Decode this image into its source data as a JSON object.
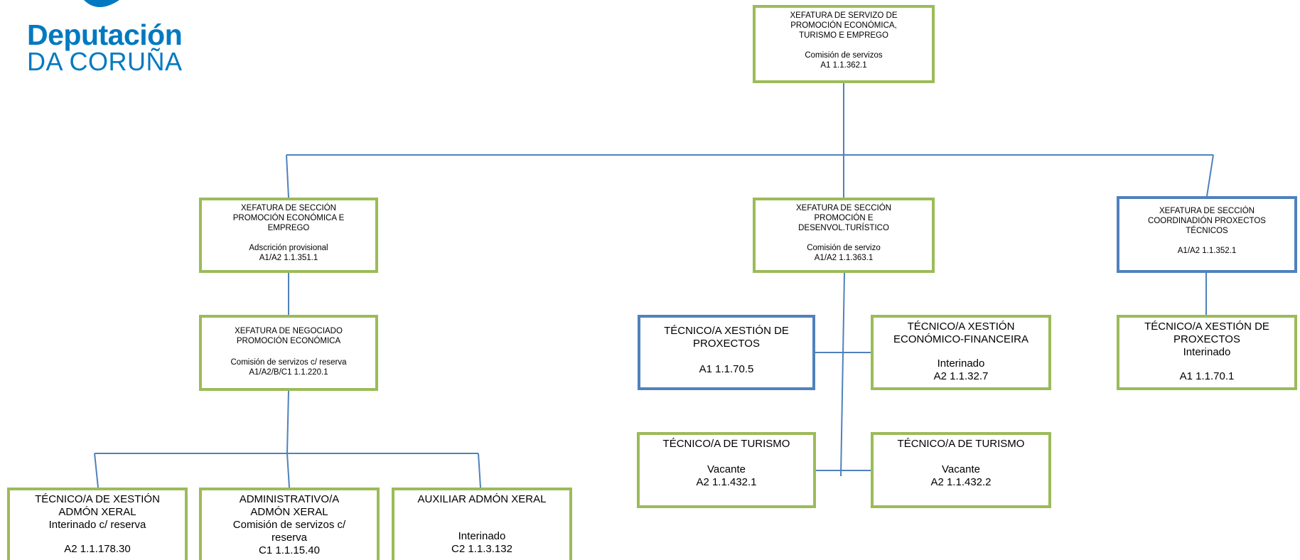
{
  "logo": {
    "line1": "Deputación",
    "line2": "DA CORUÑA"
  },
  "colors": {
    "green_border": "#9bbb59",
    "blue_border": "#4f81bd",
    "connector": "#4f81bd",
    "logo_blue": "#0079c1"
  },
  "nodes": {
    "head": {
      "title1": "XEFATURA DE SERVIZO DE",
      "title2": "PROMOCIÓN ECONÓMICA,",
      "title3": "TURISMO E EMPREGO",
      "status": "Comisión de servizos",
      "code": "A1   1.1.362.1"
    },
    "sec_promo": {
      "title1": "XEFATURA DE SECCIÓN",
      "title2": "PROMOCIÓN ECONÓMICA E",
      "title3": "EMPREGO",
      "status": "Adscrición provisional",
      "code": "A1/A2   1.1.351.1"
    },
    "sec_turismo": {
      "title1": "XEFATURA DE SECCIÓN",
      "title2": "PROMOCIÓN  E",
      "title3": "DESENVOL.TURÍSTICO",
      "status": "Comisión de servizo",
      "code": "A1/A2   1.1.363.1"
    },
    "sec_coord": {
      "title1": "XEFATURA DE SECCIÓN",
      "title2": "COORDINADIÓN PROXECTOS",
      "title3": "TÉCNICOS",
      "code": "A1/A2   1.1.352.1"
    },
    "neg_promo": {
      "title1": "XEFATURA DE NEGOCIADO",
      "title2": "PROMOCIÓN ECONÓMICA",
      "status": "Comisión de servizos c/ reserva",
      "code": "A1/A2/B/C1   1.1.220.1"
    },
    "tec_admon": {
      "title1": "TÉCNICO/A DE XESTIÓN",
      "title2": "ADMÓN XERAL",
      "status": "Interinado c/ reserva",
      "code": "A2   1.1.178.30"
    },
    "administrativo": {
      "title1": "ADMINISTRATIVO/A",
      "title2": "ADMÓN XERAL",
      "status1": "Comisión de servizos c/",
      "status2": "reserva",
      "code": "C1   1.1.15.40"
    },
    "auxiliar": {
      "title1": "AUXILIAR ADMÓN XERAL",
      "status": "Interinado",
      "code": "C2   1.1.3.132"
    },
    "tec_proxectos_a": {
      "title1": "TÉCNICO/A XESTIÓN DE",
      "title2": "PROXECTOS",
      "code": "A1   1.1.70.5"
    },
    "tec_economico": {
      "title1": "TÉCNICO/A XESTIÓN",
      "title2": "ECONÓMICO-FINANCEIRA",
      "status": "Interinado",
      "code": "A2   1.1.32.7"
    },
    "tec_turismo_1": {
      "title1": "TÉCNICO/A DE TURISMO",
      "status": "Vacante",
      "code": "A2   1.1.432.1"
    },
    "tec_turismo_2": {
      "title1": "TÉCNICO/A DE TURISMO",
      "status": "Vacante",
      "code": "A2   1.1.432.2"
    },
    "tec_proxectos_b": {
      "title1": "TÉCNICO/A XESTIÓN DE",
      "title2": "PROXECTOS",
      "status": "Interinado",
      "code": "A1   1.1.70.1"
    }
  }
}
